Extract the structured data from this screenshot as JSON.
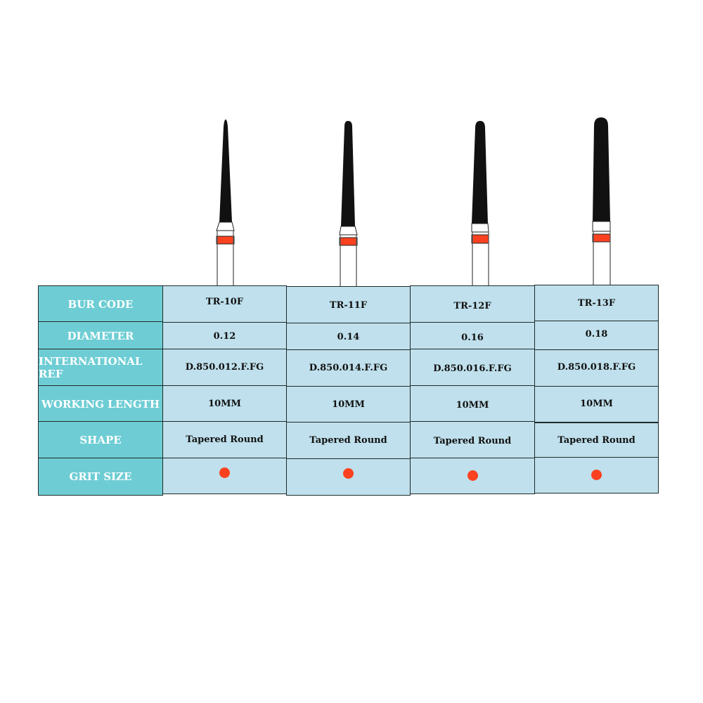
{
  "table": {
    "row_headers": [
      "BUR CODE",
      "DIAMETER",
      "INTERNATIONAL REF",
      "WORKING LENGTH",
      "SHAPE",
      "GRIT SIZE"
    ],
    "columns": [
      {
        "bur_code": "TR-10F",
        "diameter": "0.12",
        "international_ref": "D.850.012.F.FG",
        "working_length": "10MM",
        "shape": "Tapered Round",
        "grit_color": "#fb4220"
      },
      {
        "bur_code": "TR-11F",
        "diameter": "0.14",
        "international_ref": "D.850.014.F.FG",
        "working_length": "10MM",
        "shape": "Tapered Round",
        "grit_color": "#fb4220"
      },
      {
        "bur_code": "TR-12F",
        "diameter": "0.16",
        "international_ref": "D.850.016.F.FG",
        "working_length": "10MM",
        "shape": "Tapered Round",
        "grit_color": "#fb4220"
      },
      {
        "bur_code": "TR-13F",
        "diameter": "0.18",
        "international_ref": "D.850.018.F.FG",
        "working_length": "10MM",
        "shape": "Tapered Round",
        "grit_color": "#fb4220"
      }
    ]
  },
  "colors": {
    "header_bg": "#6ecdd4",
    "cell_bg": "#bfe0ec",
    "grit_band": "#fb4220",
    "bur_head": "#111111"
  }
}
